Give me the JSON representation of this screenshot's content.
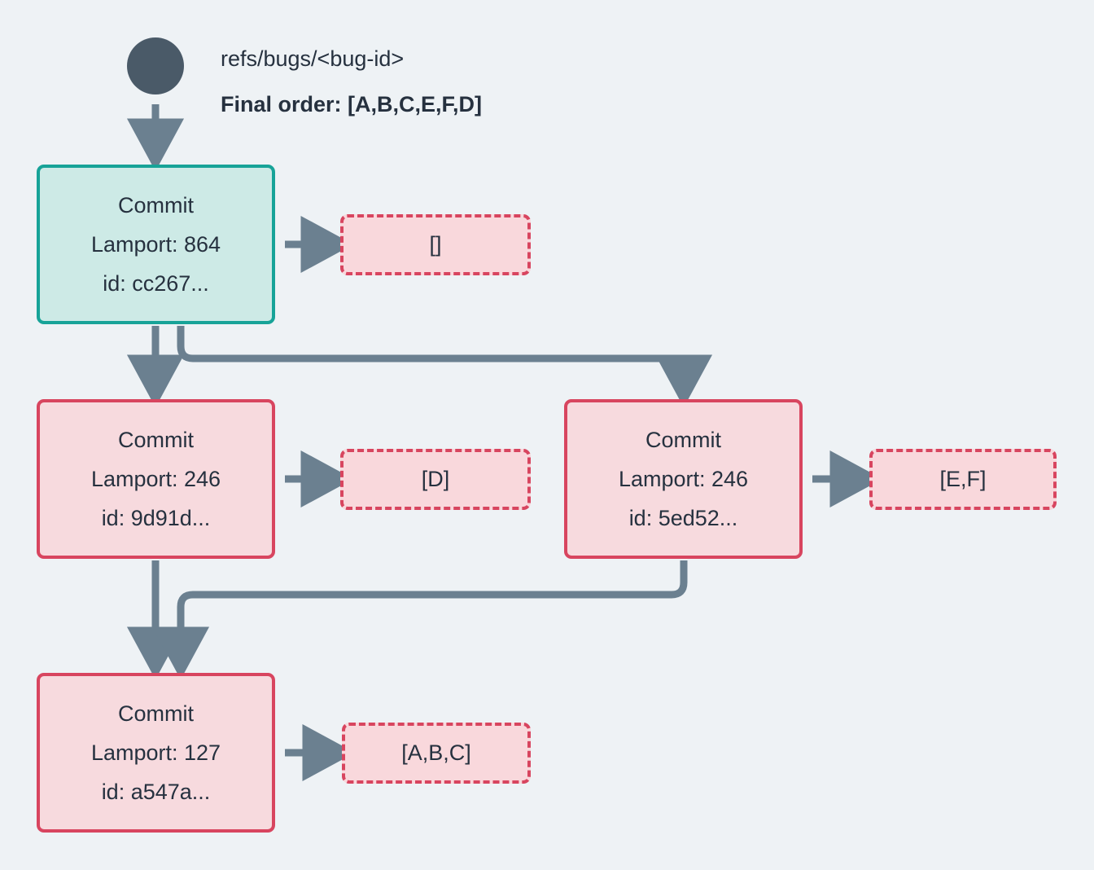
{
  "diagram": {
    "background_color": "#eef2f5",
    "root_node_color": "#4a5a68",
    "head_node_fill": "#cdeae6",
    "head_node_border": "#17a398",
    "commit_node_fill": "#f7dade",
    "commit_node_border": "#d8455f",
    "ops_box_fill": "#f9d8dc",
    "ops_box_border": "#d8455f",
    "edge_color": "#6b8090",
    "text_color": "#26313f"
  },
  "header": {
    "ref": "refs/bugs/<bug-id>",
    "final_order": "Final order: [A,B,C,E,F,D]"
  },
  "nodes": [
    {
      "id": "cc267",
      "kind": "head",
      "title": "Commit",
      "lamport": "Lamport: 864",
      "commit_id": "id: cc267...",
      "operations": "[]"
    },
    {
      "id": "9d91d",
      "kind": "commit",
      "title": "Commit",
      "lamport": "Lamport: 246",
      "commit_id": "id: 9d91d...",
      "operations": "[D]"
    },
    {
      "id": "5ed52",
      "kind": "commit",
      "title": "Commit",
      "lamport": "Lamport: 246",
      "commit_id": "id: 5ed52...",
      "operations": "[E,F]"
    },
    {
      "id": "a547a",
      "kind": "commit",
      "title": "Commit",
      "lamport": "Lamport: 127",
      "commit_id": "id: a547a...",
      "operations": "[A,B,C]"
    }
  ]
}
